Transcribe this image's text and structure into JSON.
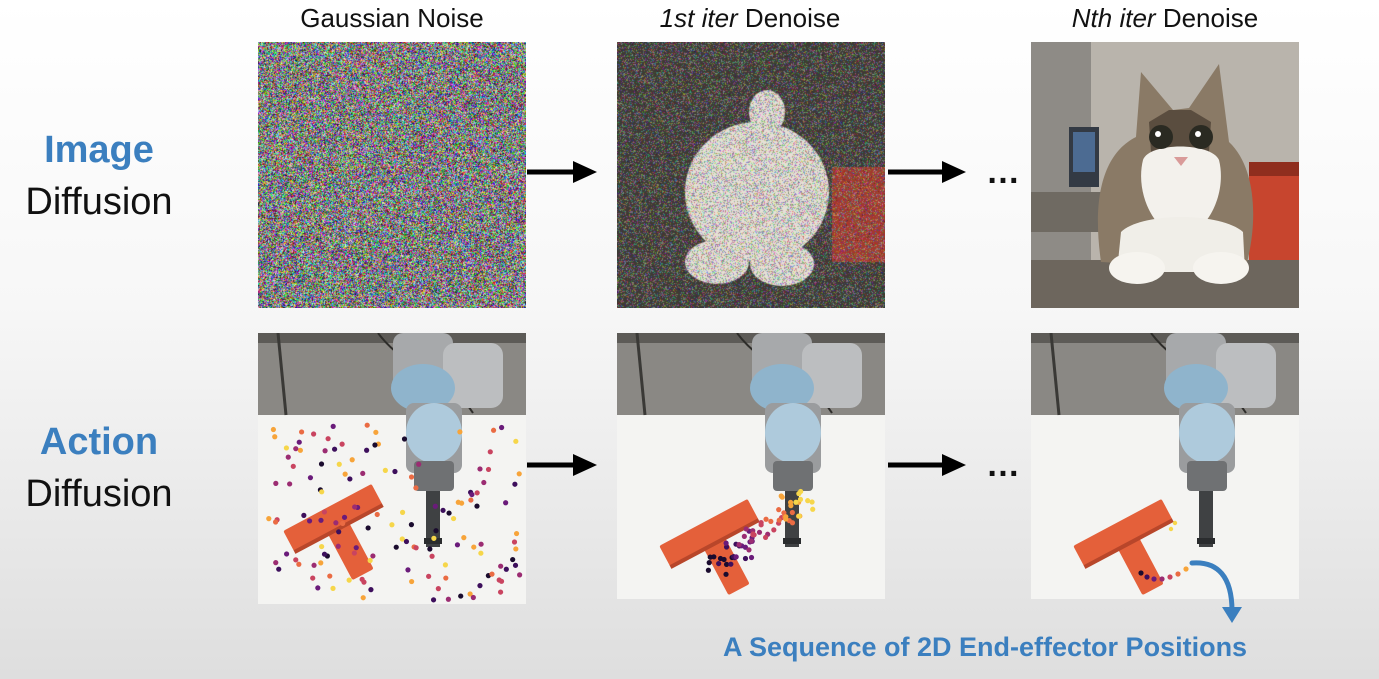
{
  "columns": {
    "col1": {
      "text": "Gaussian Noise"
    },
    "col2": {
      "italic": "1st iter",
      "text": " Denoise"
    },
    "col3": {
      "italic": "Nth iter",
      "text": " Denoise"
    }
  },
  "rows": {
    "image": {
      "accent": "Image",
      "label": "Diffusion"
    },
    "action": {
      "accent": "Action",
      "label": "Diffusion"
    }
  },
  "ellipsis": "…",
  "caption": "A Sequence of 2D End-effector Positions",
  "colors": {
    "accent": "#3b7fbf",
    "arrow": "#000000",
    "t_block": "#e4603a",
    "table": "#f4f4f2"
  }
}
